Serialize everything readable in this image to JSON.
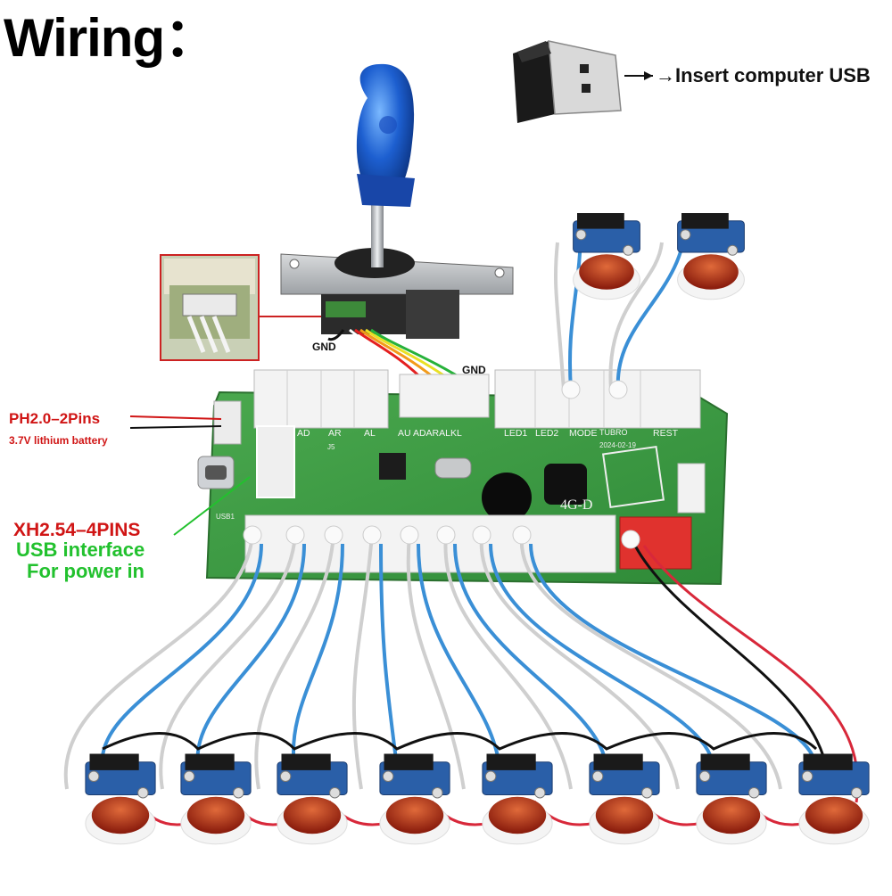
{
  "title": "Wiring：",
  "labels": {
    "usb_insert": "→Insert computer USB",
    "ph_pins": "PH2.0–2Pins",
    "battery": "3.7V lithium battery",
    "xh_pins": "XH2.54–4PINS",
    "usb_interface": "USB interface",
    "power_in": "For power in",
    "gnd_a": "GND",
    "gnd_b": "GND"
  },
  "board": {
    "silkscreen": [
      "AD",
      "AR",
      "AL",
      "AU",
      "ADARALKL",
      "LED1",
      "LED2",
      "MODE",
      "TUBRO",
      "REST"
    ],
    "date": "2024-02-19",
    "model": "4G-D",
    "usb_port": "USB1",
    "connector": "J5"
  },
  "colors": {
    "pcb": "#3f9a44",
    "wire_blue": "#3a8fd6",
    "wire_red": "#d8283a",
    "wire_black": "#111111",
    "wire_white": "#cfcfcf",
    "label_red": "#d01515",
    "label_green": "#22c12e",
    "button_red": "#b8331c",
    "switch_blue": "#2a5fa8",
    "joystick_blue": "#1d5fd0"
  },
  "counts": {
    "bottom_buttons": 8,
    "top_buttons": 2
  }
}
